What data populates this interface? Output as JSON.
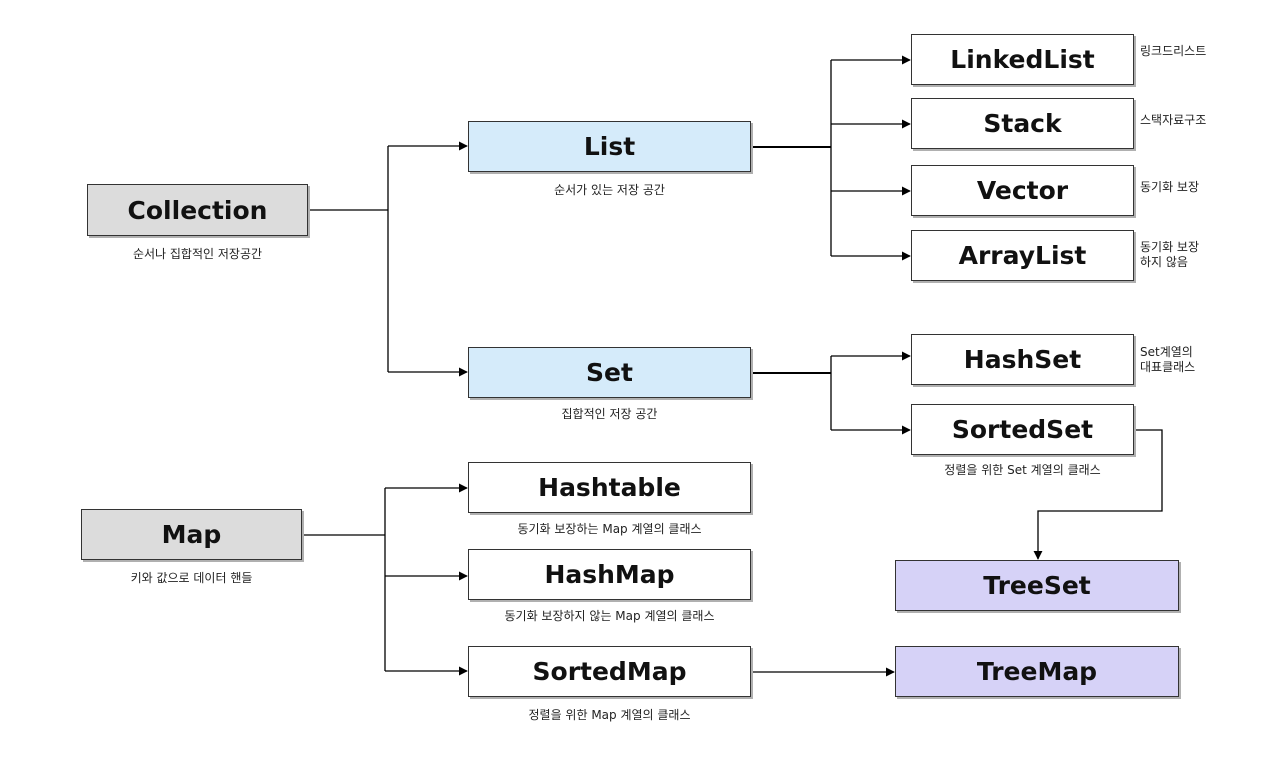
{
  "nodes": {
    "collection": {
      "label": "Collection",
      "caption": "순서나 집합적인 저장공간"
    },
    "list": {
      "label": "List",
      "caption": "순서가 있는 저장 공간"
    },
    "set": {
      "label": "Set",
      "caption": "집합적인 저장 공간"
    },
    "linkedlist": {
      "label": "LinkedList",
      "note": "링크드리스트"
    },
    "stack": {
      "label": "Stack",
      "note": "스택자료구조"
    },
    "vector": {
      "label": "Vector",
      "note": "동기화 보장"
    },
    "arraylist": {
      "label": "ArrayList",
      "note_line1": "동기화 보장",
      "note_line2": "하지 않음"
    },
    "hashset": {
      "label": "HashSet",
      "note_line1": "Set계열의",
      "note_line2": "대표클래스"
    },
    "sortedset": {
      "label": "SortedSet",
      "caption": "정렬을 위한 Set 계열의 클래스"
    },
    "treeset": {
      "label": "TreeSet"
    },
    "map": {
      "label": "Map",
      "caption": "키와 값으로 데이터 핸들"
    },
    "hashtable": {
      "label": "Hashtable",
      "caption": "동기화 보장하는 Map 계열의 클래스"
    },
    "hashmap": {
      "label": "HashMap",
      "caption": "동기화 보장하지 않는 Map 계열의 클래스"
    },
    "sortedmap": {
      "label": "SortedMap",
      "caption": "정렬을 위한 Map 계열의 클래스"
    },
    "treemap": {
      "label": "TreeMap"
    }
  },
  "colors": {
    "root": "#dcdcdc",
    "interface": "#d5ebfa",
    "class": "#ffffff",
    "tree": "#d6d2f7",
    "line": "#000000"
  }
}
